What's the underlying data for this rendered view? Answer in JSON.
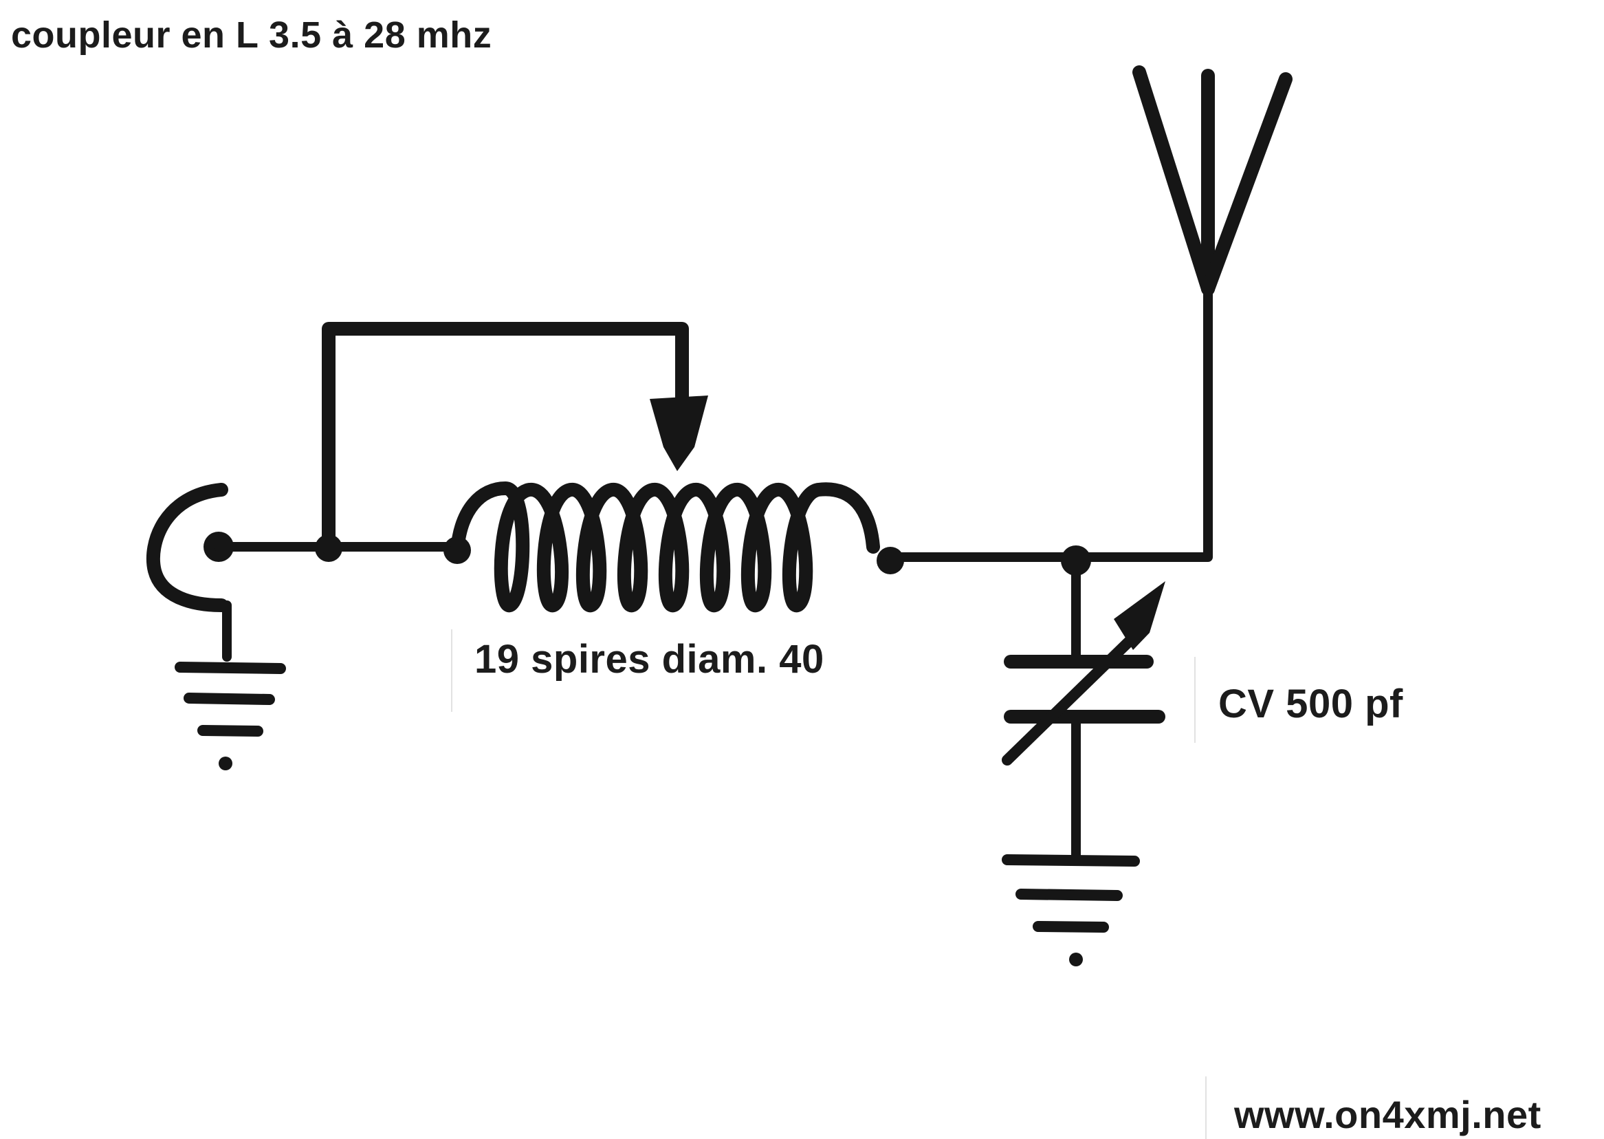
{
  "title": "coupleur en L  3.5 à 28 mhz",
  "coil": {
    "label": "19 spires diam. 40"
  },
  "capacitor": {
    "label": "CV 500 pf"
  },
  "footer": {
    "website": "www.on4xmj.net"
  },
  "colors": {
    "ink": "#161616",
    "paper": "#ffffff"
  }
}
